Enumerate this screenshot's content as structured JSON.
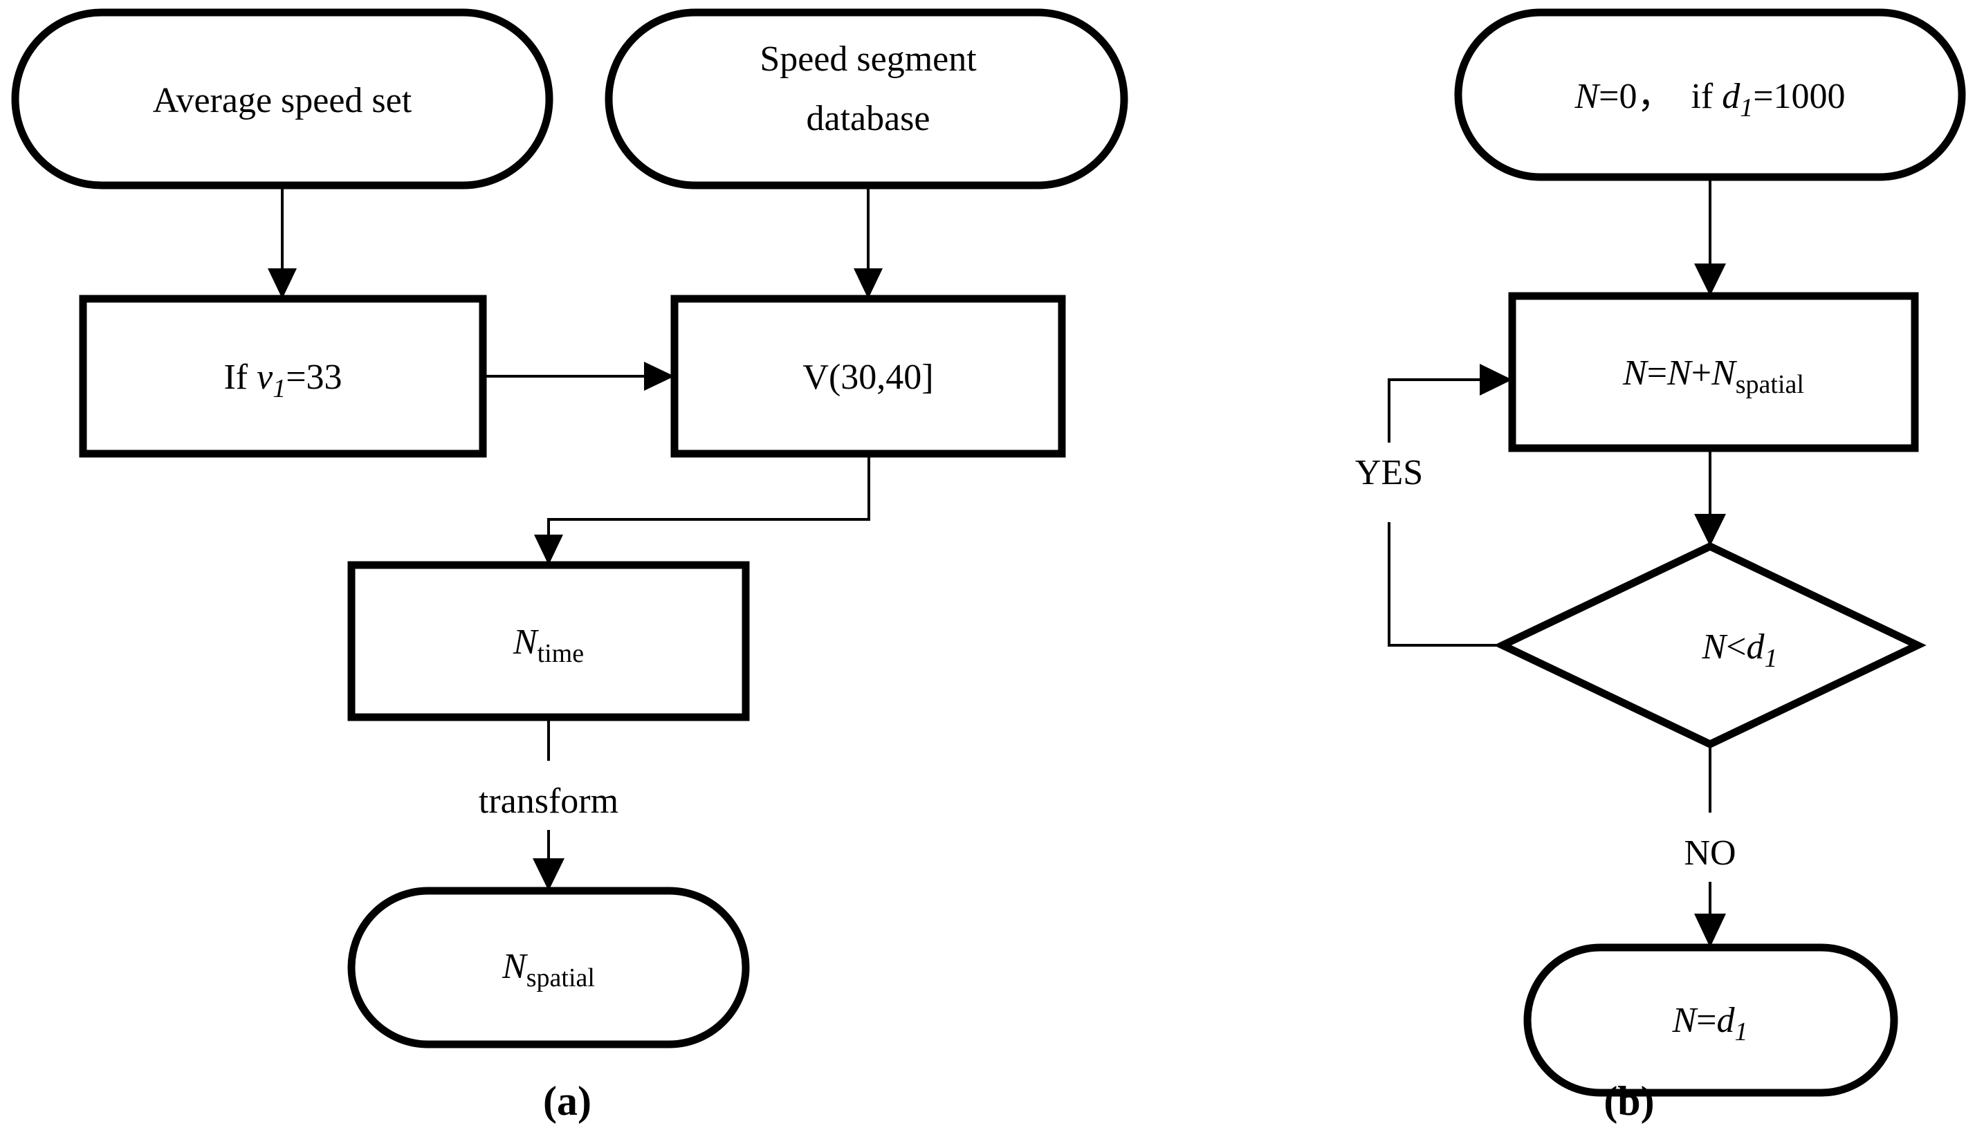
{
  "figure": {
    "type": "flowchart",
    "background_color": "#ffffff",
    "stroke_color": "#000000",
    "panels": [
      {
        "id": "panel-a",
        "caption": "(a)",
        "nodes": [
          {
            "id": "a-average-speed-set",
            "shape": "terminator",
            "text": "Average speed set",
            "lines": [
              "Average speed set"
            ]
          },
          {
            "id": "a-speed-segment-database",
            "shape": "terminator",
            "text": "Speed segment database",
            "lines": [
              "Speed segment",
              "database"
            ]
          },
          {
            "id": "a-if-v1",
            "shape": "process",
            "text": "If v1=33",
            "prefix": "If ",
            "variable": "v",
            "subscript": "1",
            "suffix": "=33"
          },
          {
            "id": "a-v-interval",
            "shape": "process",
            "text": "V(30,40]"
          },
          {
            "id": "a-n-time",
            "shape": "process",
            "text": "Ntime",
            "variable": "N",
            "subscript": "time"
          },
          {
            "id": "a-n-spatial",
            "shape": "terminator",
            "text": "Nspatial",
            "variable": "N",
            "subscript": "spatial"
          }
        ],
        "edge_labels": [
          {
            "id": "a-transform-label",
            "text": "transform"
          }
        ]
      },
      {
        "id": "panel-b",
        "caption": "(b)",
        "nodes": [
          {
            "id": "b-init",
            "shape": "terminator",
            "text": "N=0,  if d1=1000",
            "var1": "N",
            "mid": "=0， if ",
            "var2": "d",
            "subscript2": "1",
            "suffix": "=1000"
          },
          {
            "id": "b-accumulate",
            "shape": "process",
            "text": "N=N+Nspatial",
            "var1": "N",
            "mid": "=",
            "var2": "N",
            "plus": "+",
            "var3": "N",
            "subscript3": "spatial"
          },
          {
            "id": "b-decision",
            "shape": "decision",
            "text": "N<d1",
            "var1": "N",
            "operator": "<",
            "var2": "d",
            "subscript2": "1"
          },
          {
            "id": "b-result",
            "shape": "terminator",
            "text": "N=d1",
            "var1": "N",
            "mid": "=",
            "var2": "d",
            "subscript2": "1"
          }
        ],
        "edge_labels": [
          {
            "id": "b-yes-label",
            "text": "YES"
          },
          {
            "id": "b-no-label",
            "text": "NO"
          }
        ]
      }
    ]
  }
}
